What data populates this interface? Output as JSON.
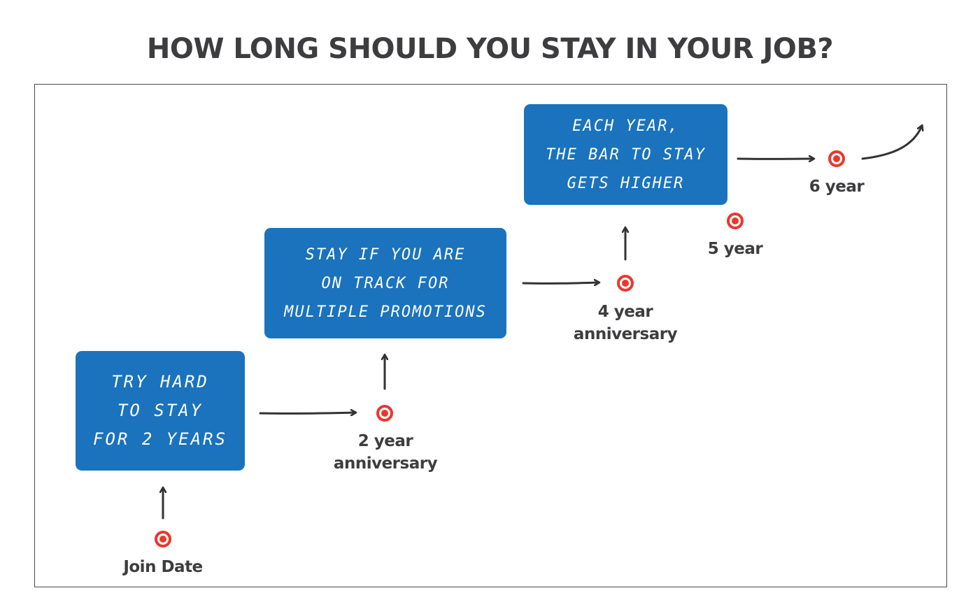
{
  "title": "HOW LONG SHOULD YOU STAY IN YOUR JOB?",
  "colors": {
    "box_fill": "#1a73bc",
    "box_text": "#ffffff",
    "milestone_red": "#e8382e",
    "text_dark": "#3d3d3f",
    "arrow": "#333333",
    "frame_border": "#4a4a4a"
  },
  "boxes": [
    {
      "id": "box-1",
      "lines": [
        "Try hard",
        "to stay",
        "for 2 years"
      ]
    },
    {
      "id": "box-2",
      "lines": [
        "Stay if you are",
        "on track for",
        "multiple Promotions"
      ]
    },
    {
      "id": "box-3",
      "lines": [
        "Each year,",
        "the bar to stay",
        "gets higher"
      ]
    }
  ],
  "milestones": [
    {
      "id": "join-date",
      "lines": [
        "Join Date"
      ],
      "icon": "target-dot-icon"
    },
    {
      "id": "2-year",
      "lines": [
        "2 year",
        "anniversary"
      ],
      "icon": "target-dot-icon"
    },
    {
      "id": "4-year",
      "lines": [
        "4 year",
        "anniversary"
      ],
      "icon": "target-dot-icon"
    },
    {
      "id": "5-year",
      "lines": [
        "5 year"
      ],
      "icon": "target-dot-icon"
    },
    {
      "id": "6-year",
      "lines": [
        "6 year"
      ],
      "icon": "target-dot-icon"
    }
  ],
  "arrows": [
    {
      "from": "join-date",
      "to": "box-1",
      "direction": "up"
    },
    {
      "from": "box-1",
      "to": "2-year",
      "direction": "right"
    },
    {
      "from": "2-year",
      "to": "box-2",
      "direction": "up"
    },
    {
      "from": "box-2",
      "to": "4-year",
      "direction": "right"
    },
    {
      "from": "4-year",
      "to": "box-3",
      "direction": "up"
    },
    {
      "from": "box-3",
      "to": "6-year",
      "direction": "right"
    },
    {
      "from": "6-year",
      "to": "beyond",
      "direction": "curve-up-right"
    }
  ]
}
